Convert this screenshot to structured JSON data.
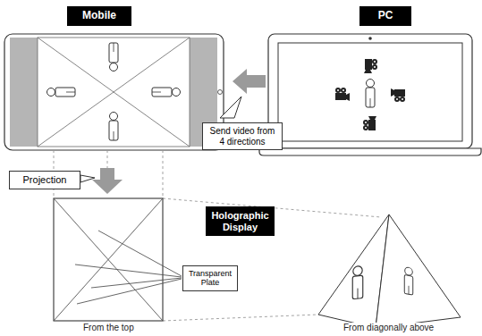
{
  "diagram": {
    "nodes": [
      {
        "text": [
          "Mobile"
        ]
      },
      {
        "text": [
          "PC"
        ]
      },
      {
        "text": [
          "Send video from 4 directions"
        ]
      },
      {
        "text": [
          "Projection"
        ]
      },
      {
        "text": [
          "Holographic Display"
        ]
      },
      {
        "text": [
          "Transparent Plate"
        ]
      }
    ],
    "labels": [
      "From the top",
      "From diagonally above"
    ]
  }
}
